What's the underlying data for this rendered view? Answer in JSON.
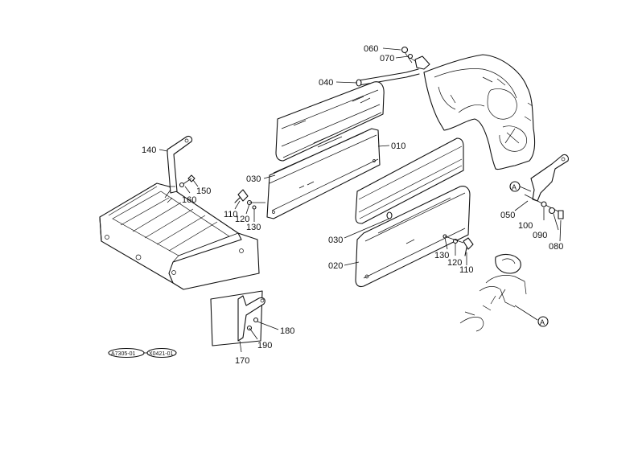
{
  "diagram": {
    "part_labels": [
      {
        "id": "060",
        "text": "060"
      },
      {
        "id": "070",
        "text": "070"
      },
      {
        "id": "040",
        "text": "040"
      },
      {
        "id": "010",
        "text": "010"
      },
      {
        "id": "030a",
        "text": "030"
      },
      {
        "id": "140",
        "text": "140"
      },
      {
        "id": "160",
        "text": "160"
      },
      {
        "id": "150",
        "text": "150"
      },
      {
        "id": "110a",
        "text": "110"
      },
      {
        "id": "120a",
        "text": "120"
      },
      {
        "id": "130a",
        "text": "130"
      },
      {
        "id": "030b",
        "text": "030"
      },
      {
        "id": "020",
        "text": "020"
      },
      {
        "id": "130b",
        "text": "130"
      },
      {
        "id": "120b",
        "text": "120"
      },
      {
        "id": "110b",
        "text": "110"
      },
      {
        "id": "050",
        "text": "050"
      },
      {
        "id": "100",
        "text": "100"
      },
      {
        "id": "090",
        "text": "090"
      },
      {
        "id": "080",
        "text": "080"
      },
      {
        "id": "180",
        "text": "180"
      },
      {
        "id": "190",
        "text": "190"
      },
      {
        "id": "170",
        "text": "170"
      }
    ],
    "ref_marks": [
      {
        "id": "A1",
        "text": "A"
      },
      {
        "id": "A2",
        "text": "A"
      }
    ],
    "serial_range": {
      "from": "A7305-01",
      "to": "X0421-01"
    }
  }
}
